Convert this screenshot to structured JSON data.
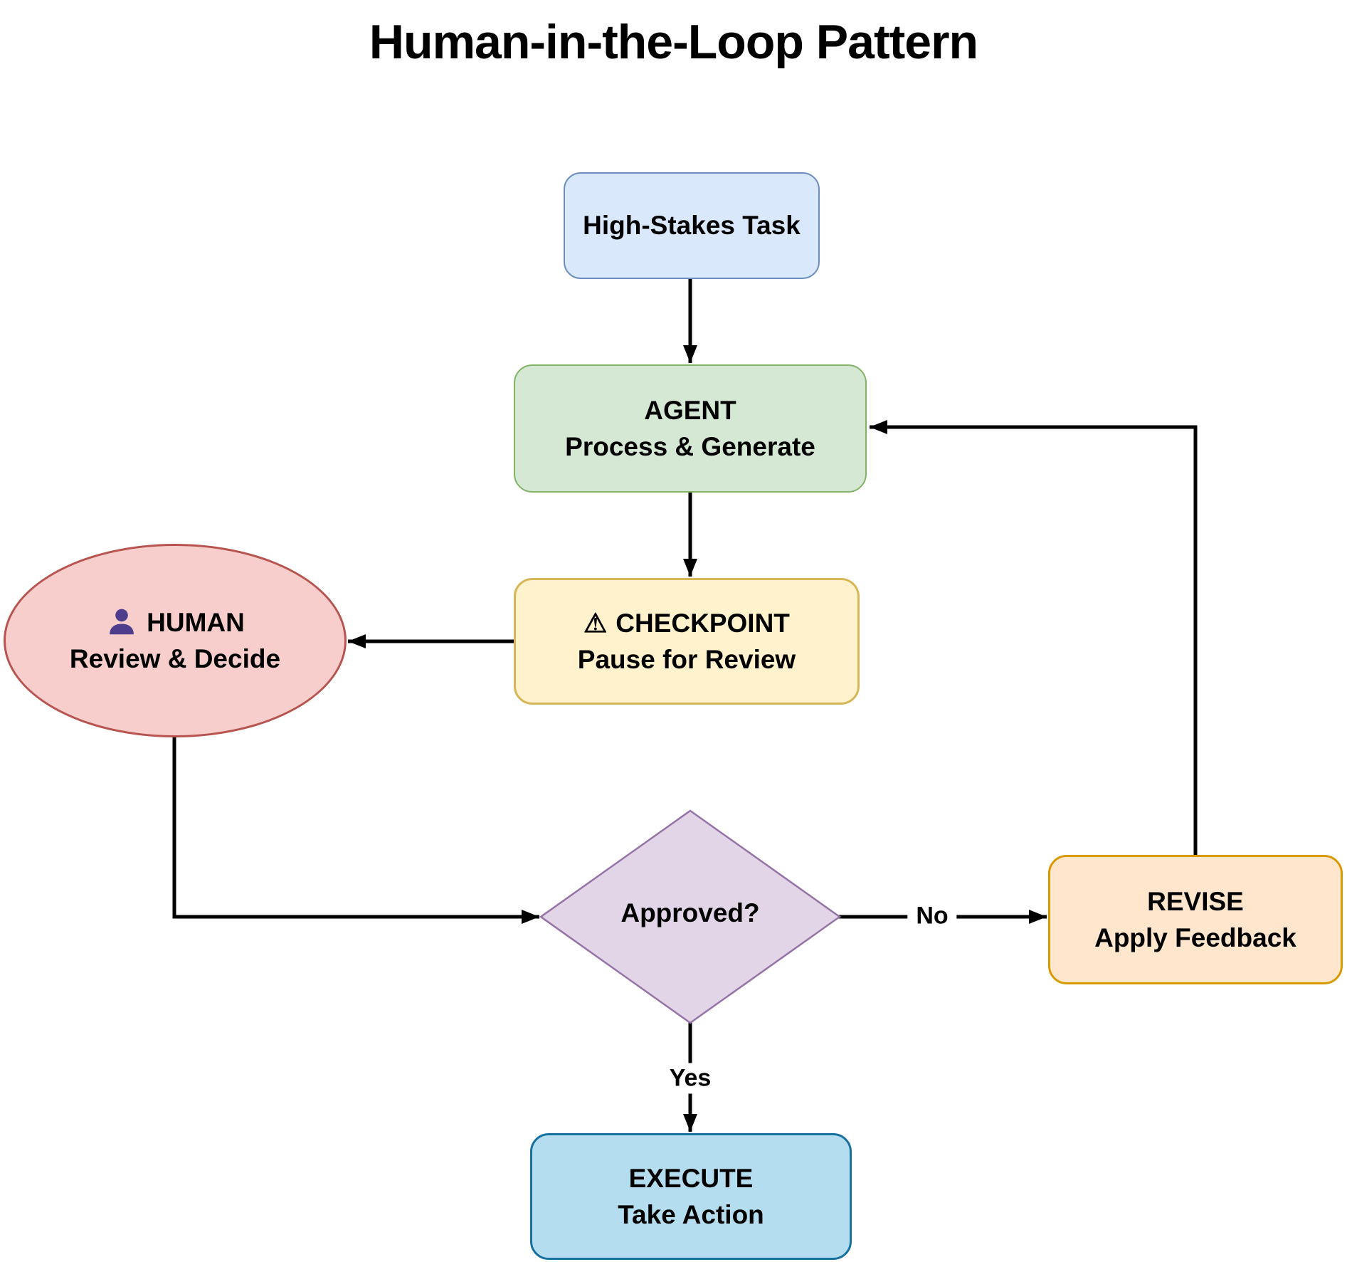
{
  "title": "Human-in-the-Loop Pattern",
  "nodes": {
    "task": {
      "label": "High-Stakes Task",
      "fill": "#dae8fc",
      "border": "#6c8ebf"
    },
    "agent": {
      "title": "AGENT",
      "subtitle": "Process & Generate",
      "fill": "#d5e8d4",
      "border": "#82b366"
    },
    "checkpoint": {
      "icon": "⚠",
      "title": "CHECKPOINT",
      "subtitle": "Pause for Review",
      "fill": "#fff2cc",
      "border": "#d6b656"
    },
    "human": {
      "title": "HUMAN",
      "subtitle": "Review & Decide",
      "fill": "#f8cecc",
      "border": "#b85450",
      "icon_color": "#4e3c8d"
    },
    "decision": {
      "label": "Approved?",
      "fill": "#e1d5e7",
      "border": "#9673a6"
    },
    "revise": {
      "title": "REVISE",
      "subtitle": "Apply Feedback",
      "fill": "#ffe6cc",
      "border": "#d79b00"
    },
    "execute": {
      "title": "EXECUTE",
      "subtitle": "Take Action",
      "fill": "#b4ddef",
      "border": "#16719f"
    }
  },
  "edge_labels": {
    "yes": "Yes",
    "no": "No"
  },
  "arrow_color": "#000000"
}
